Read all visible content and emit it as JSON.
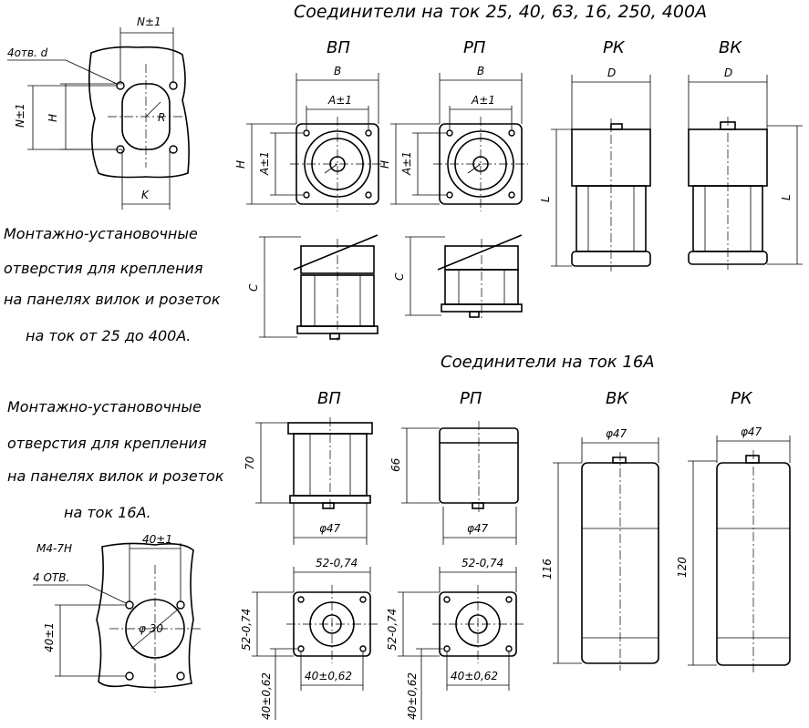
{
  "headers": {
    "main_title": "Соединители на ток 25,       40,       63,       16,       250,        400А",
    "title_16a": "Соединители на ток 16А"
  },
  "top_row_labels": [
    "ВП",
    "РП",
    "РК",
    "ВК"
  ],
  "bottom_row_labels": [
    "ВП",
    "РП",
    "ВК",
    "РК"
  ],
  "notes": {
    "top": [
      "Монтажно-установочные",
      "отверстия для крепления",
      "на панелях вилок и розеток",
      "на ток от 25 до 400А."
    ],
    "bottom": [
      "Монтажно-установочные",
      "отверстия для крепления",
      "на панелях вилок и розеток",
      "на ток 16А."
    ]
  },
  "dimensions": {
    "holes_4": "4отв. d",
    "n1": "N±1",
    "h": "H",
    "r": "R",
    "k": "K",
    "b": "B",
    "a1": "A±1",
    "d": "D",
    "l": "L",
    "c": "C",
    "m4": "M4-7H",
    "holes4_16": "4 ОТВ.",
    "d30": "φ 30",
    "d40": "40±1",
    "v70": "70",
    "v66": "66",
    "d47": "φ47",
    "v116": "116",
    "v120": "120",
    "v52": "52-0,74",
    "v40_062": "40±0,62"
  },
  "colors": {
    "line": "#000000",
    "background": "#ffffff"
  }
}
